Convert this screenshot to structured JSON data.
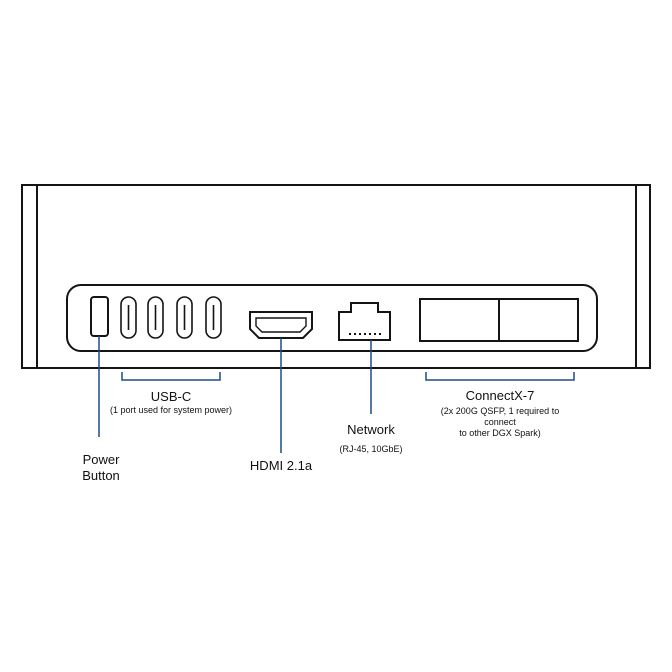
{
  "labels": {
    "power": "Power\nButton",
    "usbc": "USB-C",
    "usbc_note": "(1 port used for system power)",
    "hdmi": "HDMI 2.1a",
    "network": "Network",
    "network_note": "(RJ-45, 10GbE)",
    "connectx": "ConnectX-7",
    "connectx_note": "(2x 200G QSFP, 1 required to\nconnect\nto other DGX Spark)"
  },
  "colors": {
    "outline": "#141414",
    "leader": "#1e4a8c",
    "background": "#ffffff"
  }
}
